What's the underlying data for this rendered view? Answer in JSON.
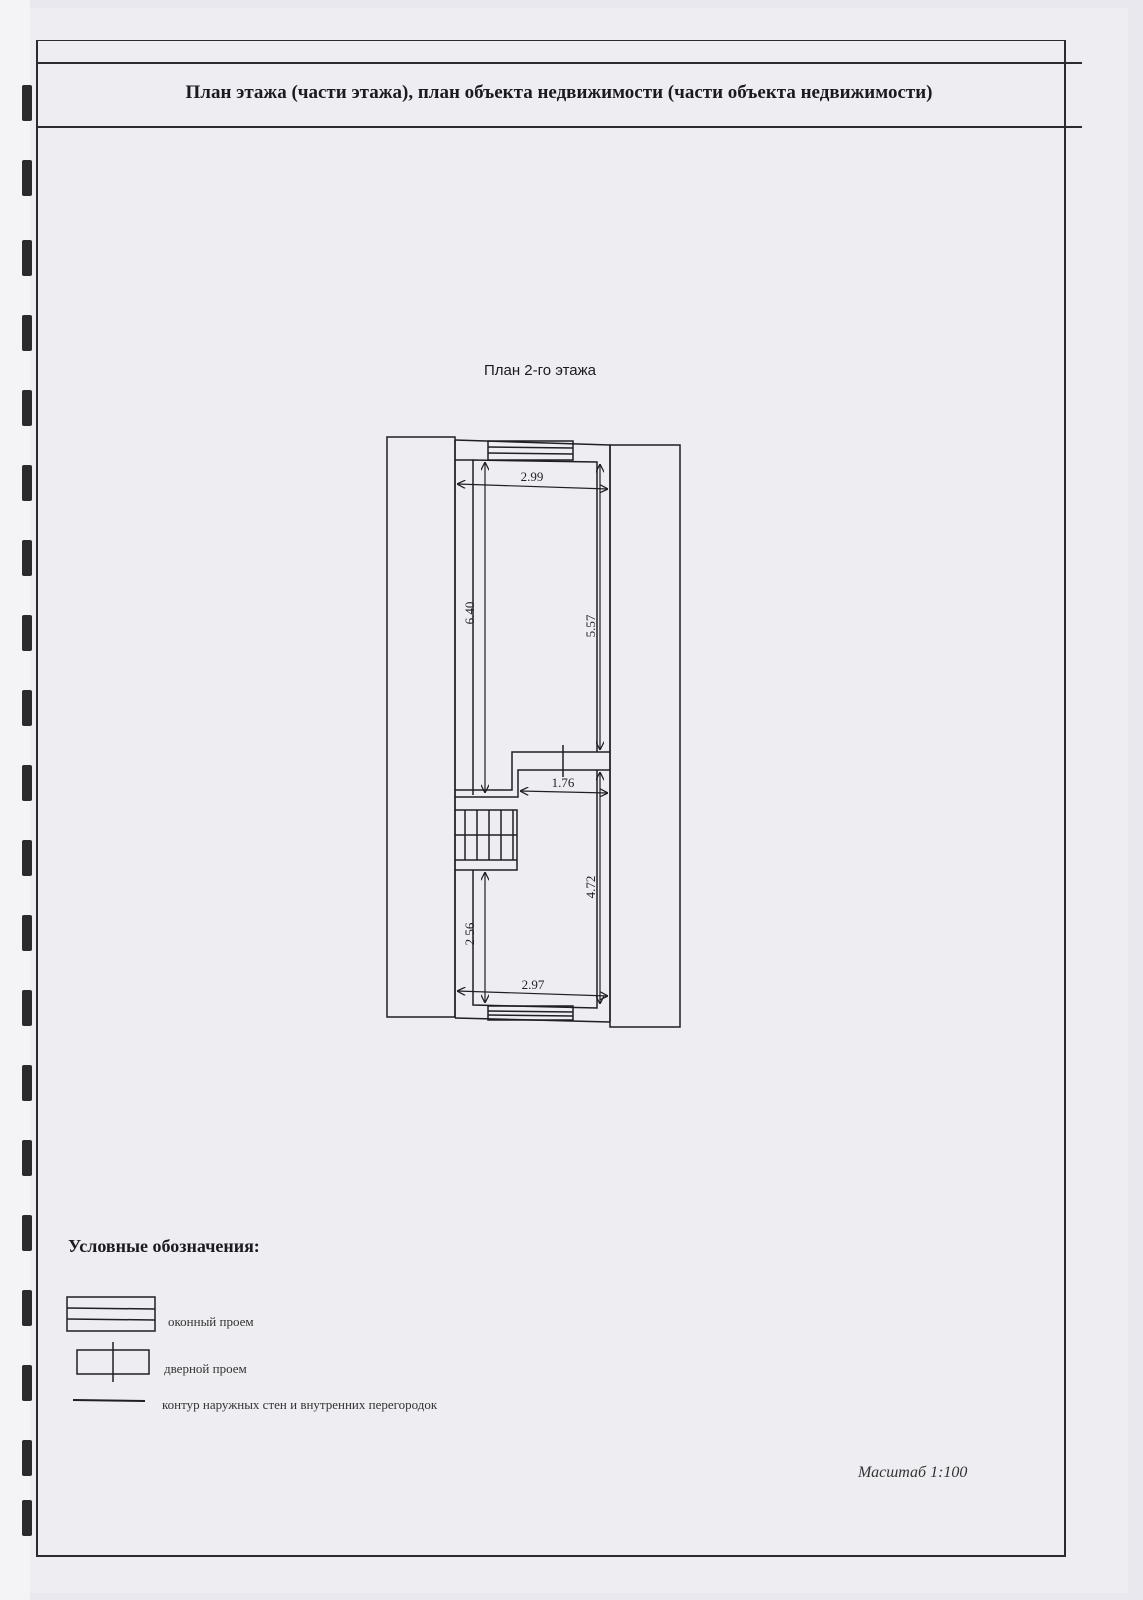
{
  "header": {
    "title": "План этажа (части этажа), план объекта недвижимости (части объекта недвижимости)"
  },
  "plan": {
    "title": "План 2-го этажа",
    "dimensions": {
      "top_width": "2.99",
      "left_upper": "6.40",
      "right_upper": "5.57",
      "mid_width": "1.76",
      "right_lower": "4.72",
      "left_lower": "2.56",
      "bottom_width": "2.97"
    }
  },
  "legend": {
    "heading": "Условные обозначения:",
    "items": [
      {
        "icon": "window-opening-icon",
        "label": "оконный проем"
      },
      {
        "icon": "door-opening-icon",
        "label": "дверной проем"
      },
      {
        "icon": "wall-contour-icon",
        "label": "контур наружных стен и внутренних перегородок"
      }
    ]
  },
  "footer": {
    "scale": "Масштаб 1:100"
  }
}
